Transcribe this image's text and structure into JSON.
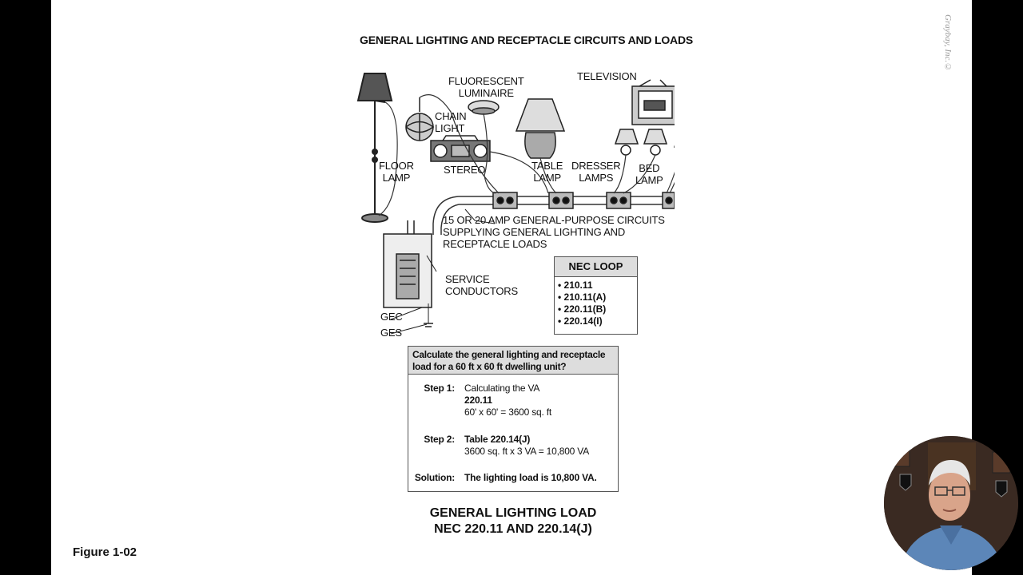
{
  "diagram": {
    "title": "GENERAL LIGHTING AND RECEPTACLE CIRCUITS AND LOADS",
    "labels": {
      "fluorescent": [
        "FLUORESCENT",
        "LUMINAIRE"
      ],
      "television": "TELEVISION",
      "chain_light": [
        "CHAIN",
        "LIGHT"
      ],
      "stereo": "STEREO",
      "floor_lamp": [
        "FLOOR",
        "LAMP"
      ],
      "table_lamp": [
        "TABLE",
        "LAMP"
      ],
      "dresser_lamps": [
        "DRESSER",
        "LAMPS"
      ],
      "bed_lamp": [
        "BED",
        "LAMP"
      ],
      "circuits": [
        "15 OR 20 AMP GENERAL-PURPOSE CIRCUITS",
        "SUPPLYING GENERAL LIGHTING AND",
        "RECEPTACLE LOADS"
      ],
      "service": [
        "SERVICE",
        "CONDUCTORS"
      ],
      "gec": "GEC",
      "ges": "GES"
    },
    "watermark": "Graybay, Inc.©"
  },
  "nec_loop": {
    "header": "NEC LOOP",
    "items": [
      "• 210.11",
      "• 210.11(A)",
      "• 220.11(B)",
      "• 220.14(I)"
    ]
  },
  "calculation": {
    "question": [
      "Calculate the general lighting and receptacle",
      "load for a 60 ft x 60 ft dwelling unit?"
    ],
    "step1": {
      "label": "Step 1:",
      "lines": [
        "Calculating the VA",
        "220.11",
        "60' x 60' = 3600 sq. ft"
      ]
    },
    "step2": {
      "label": "Step 2:",
      "lines": [
        "Table 220.14(J)",
        "3600 sq. ft x 3 VA = 10,800 VA"
      ]
    },
    "solution": {
      "label": "Solution:",
      "text": "The lighting load is 10,800 VA."
    }
  },
  "footer": [
    "GENERAL LIGHTING LOAD",
    "NEC 220.11 AND 220.14(J)"
  ],
  "figure_label": "Figure 1-02",
  "colors": {
    "background": "#000000",
    "slide": "#ffffff",
    "box_header": "#dddddd"
  }
}
